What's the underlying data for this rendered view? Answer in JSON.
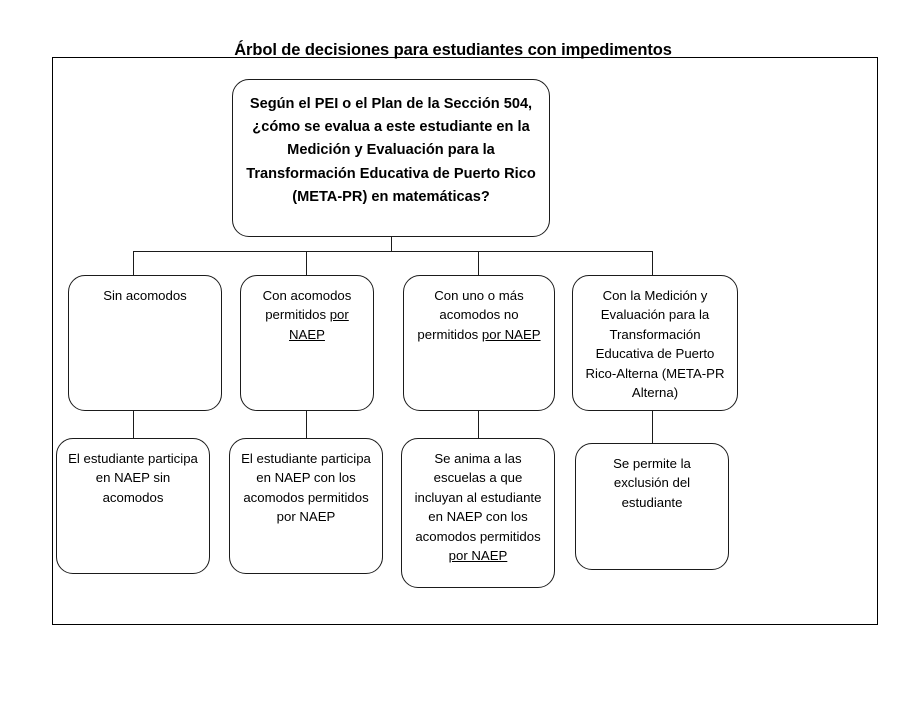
{
  "diagram": {
    "title": "Árbol de decisiones para estudiantes con impedimentos",
    "type": "decision-tree",
    "orientation": "top-down",
    "root": {
      "id": "root-question",
      "text": "Según el PEI o el Plan de la Sección 504, ¿cómo se evalua a este estudiante en la Medición y Evaluación para la Transformación Educativa de Puerto Rico (META-PR) en matemáticas?",
      "bold": true
    },
    "branches": [
      {
        "id": "branch-1",
        "condition": {
          "text": "Sin acomodos",
          "underlined_parts": []
        },
        "outcome": {
          "text": "El estudiante participa en NAEP sin acomodos",
          "underlined_parts": []
        }
      },
      {
        "id": "branch-2",
        "condition": {
          "text": "Con acomodos permitidos por NAEP",
          "underlined_parts": [
            "por",
            "NAEP"
          ]
        },
        "outcome": {
          "text": "El estudiante participa en NAEP con los acomodos permitidos por NAEP",
          "underlined_parts": []
        }
      },
      {
        "id": "branch-3",
        "condition": {
          "text": "Con uno o más acomodos no permitidos por NAEP",
          "underlined_parts": [
            "por",
            "NAEP"
          ]
        },
        "outcome": {
          "text": "Se anima a las escuelas a que incluyan al estudiante en NAEP con los acomodos permitidos por NAEP",
          "underlined_parts": [
            "por",
            "NAEP"
          ]
        }
      },
      {
        "id": "branch-4",
        "condition": {
          "text": "Con la Medición y Evaluación para la Transformación Educativa de Puerto Rico-Alterna (META-PR Alterna)",
          "underlined_parts": []
        },
        "outcome": {
          "text": "Se permite la exclusión del estudiante",
          "underlined_parts": []
        }
      }
    ],
    "colors": {
      "background": "#ffffff",
      "stroke": "#1b1b1b",
      "frame_stroke": "#000000",
      "text": "#000000"
    }
  }
}
